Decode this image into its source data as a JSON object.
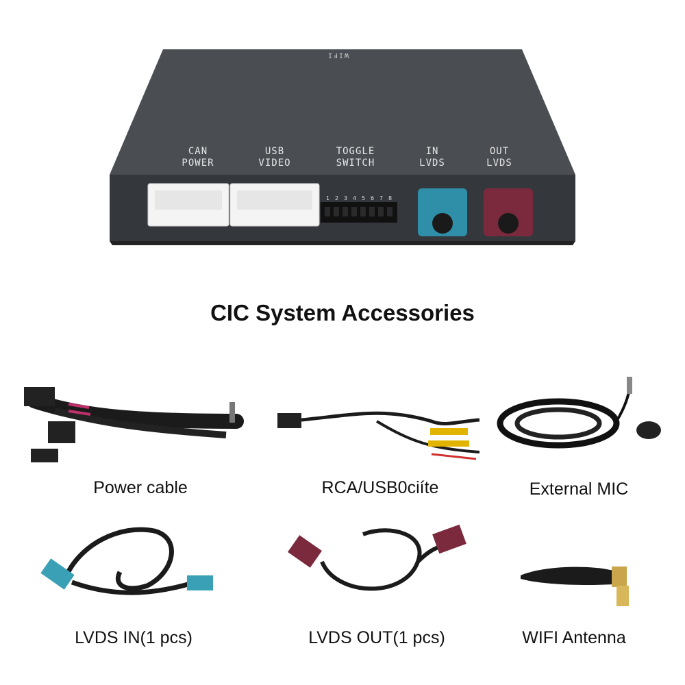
{
  "device": {
    "top_label": "WIFI",
    "ports": [
      {
        "line1": "CAN",
        "line2": "POWER"
      },
      {
        "line1": "USB",
        "line2": "VIDEO"
      },
      {
        "line1": "TOGGLE",
        "line2": "SWITCH"
      },
      {
        "line1": "IN",
        "line2": "LVDS"
      },
      {
        "line1": "OUT",
        "line2": "LVDS"
      }
    ],
    "dip_numbers": [
      "1",
      "2",
      "3",
      "4",
      "5",
      "6",
      "7",
      "8"
    ],
    "colors": {
      "body": "#3e4246",
      "lvds_in": "#2f8fa8",
      "lvds_out": "#7a2a3c",
      "connector": "#f4f4f4"
    }
  },
  "heading": "CIC System Accessories",
  "accessories": [
    {
      "label": "Power cable"
    },
    {
      "label": "RCA/USB0ciíte"
    },
    {
      "label": "External MIC"
    },
    {
      "label": "LVDS IN(1 pcs)"
    },
    {
      "label": "LVDS OUT(1 pcs)"
    },
    {
      "label": "WIFI Antenna"
    }
  ]
}
